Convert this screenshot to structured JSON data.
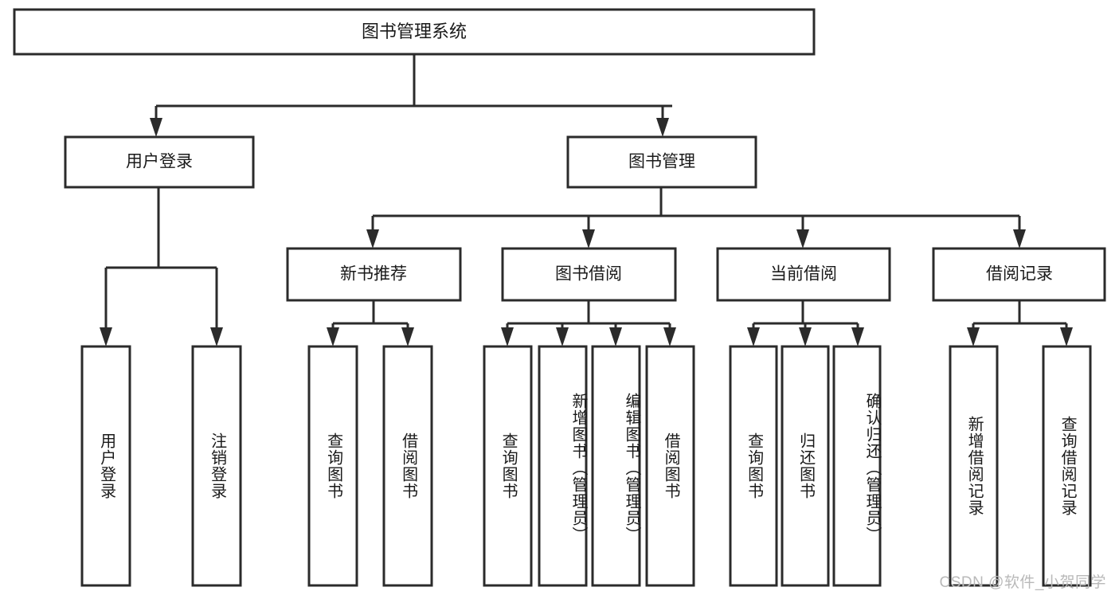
{
  "diagram": {
    "title": "图书管理系统",
    "type": "tree",
    "watermark": "CSDN @软件_小贺同学",
    "colors": {
      "stroke": "#2b2b2b",
      "fill": "#ffffff",
      "text": "#1a1a1a",
      "watermark": "#b9b9b9"
    },
    "levels": {
      "root": {
        "label": "图书管理系统"
      },
      "level2": [
        {
          "label": "用户登录"
        },
        {
          "label": "图书管理"
        }
      ],
      "level3": [
        {
          "label": "新书推荐"
        },
        {
          "label": "图书借阅"
        },
        {
          "label": "当前借阅"
        },
        {
          "label": "借阅记录"
        }
      ],
      "leaves": {
        "user_login": [
          {
            "label": "用户登录"
          },
          {
            "label": "注销登录"
          }
        ],
        "new_book_recommend": [
          {
            "label": "查询图书"
          },
          {
            "label": "借阅图书"
          }
        ],
        "book_borrow": [
          {
            "label": "查询图书"
          },
          {
            "label": "新增图书（管理员）"
          },
          {
            "label": "编辑图书（管理员）"
          },
          {
            "label": "借阅图书"
          }
        ],
        "current_borrow": [
          {
            "label": "查询图书"
          },
          {
            "label": "归还图书"
          },
          {
            "label": "确认归还（管理员）"
          }
        ],
        "borrow_record": [
          {
            "label": "新增借阅记录"
          },
          {
            "label": "查询借阅记录"
          }
        ]
      }
    }
  }
}
